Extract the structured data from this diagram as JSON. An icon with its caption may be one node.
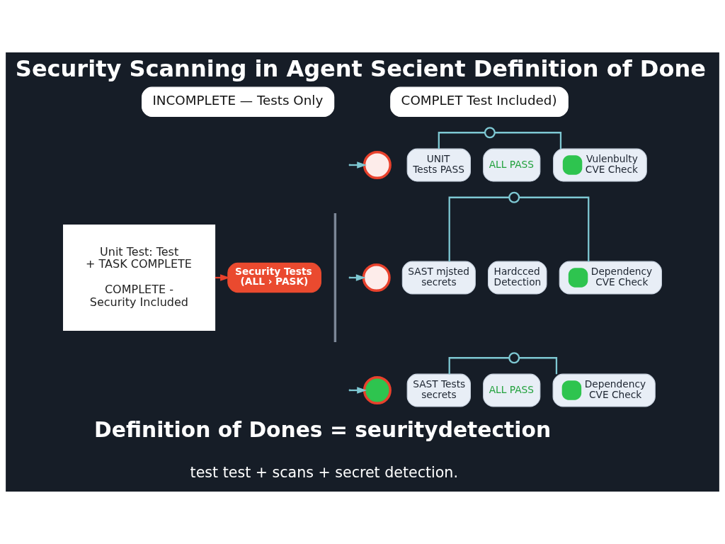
{
  "diagram": {
    "title": "Security Scanning in Agent Secient Definition of Done",
    "caption": "Definition of Dones = seuritydetection",
    "nodes": [
      {
        "text": [
          "INCOMPLETE — Tests Only"
        ]
      },
      {
        "text": [
          "COMPLET Test Included)"
        ]
      },
      {
        "text": [
          "Unit Test: Test + TASK COMPLETE",
          "COMPLETE - Security Included"
        ]
      },
      {
        "text": [
          "Security Tests (ALL › PASK)"
        ]
      },
      {
        "text": [],
        "shape": "circle"
      },
      {
        "text": [],
        "shape": "circle"
      },
      {
        "text": [
          "UNIT Tests PASS"
        ]
      },
      {
        "text": [
          "ALL PASS"
        ]
      },
      {
        "text": [
          "Vulenbulty CVE Check"
        ]
      },
      {
        "text": [],
        "shape": "circle"
      },
      {
        "text": [],
        "shape": "circle"
      },
      {
        "text": [
          "SAST mjsted secrets"
        ]
      },
      {
        "text": [
          "Hardcced Detection"
        ]
      },
      {
        "text": [
          "Dependency CVE Check"
        ]
      },
      {
        "text": [],
        "shape": "circle"
      },
      {
        "text": [],
        "shape": "circle"
      },
      {
        "text": [
          "SAST Tests secrets"
        ]
      },
      {
        "text": [
          "ALL PASS"
        ]
      },
      {
        "text": [
          "Dependency CVE Check"
        ]
      }
    ],
    "edges": [
      {
        "from": 2,
        "to": 3,
        "arrow": "to",
        "color": "#e8412c"
      },
      {
        "from": null,
        "to": 5,
        "arrow": "to"
      },
      {
        "from": 4,
        "to": 6,
        "arrow": "none"
      },
      {
        "from": 4,
        "to": 8,
        "arrow": "none"
      },
      {
        "from": null,
        "to": 10,
        "arrow": "to"
      },
      {
        "from": 9,
        "to": 11,
        "arrow": "none"
      },
      {
        "from": 9,
        "to": 13,
        "arrow": "none"
      },
      {
        "from": null,
        "to": 15,
        "arrow": "to"
      },
      {
        "from": 14,
        "to": 16,
        "arrow": "none"
      },
      {
        "from": 14,
        "to": 18,
        "arrow": "none"
      }
    ],
    "labels": [
      "test test + scans + secret detection."
    ]
  }
}
